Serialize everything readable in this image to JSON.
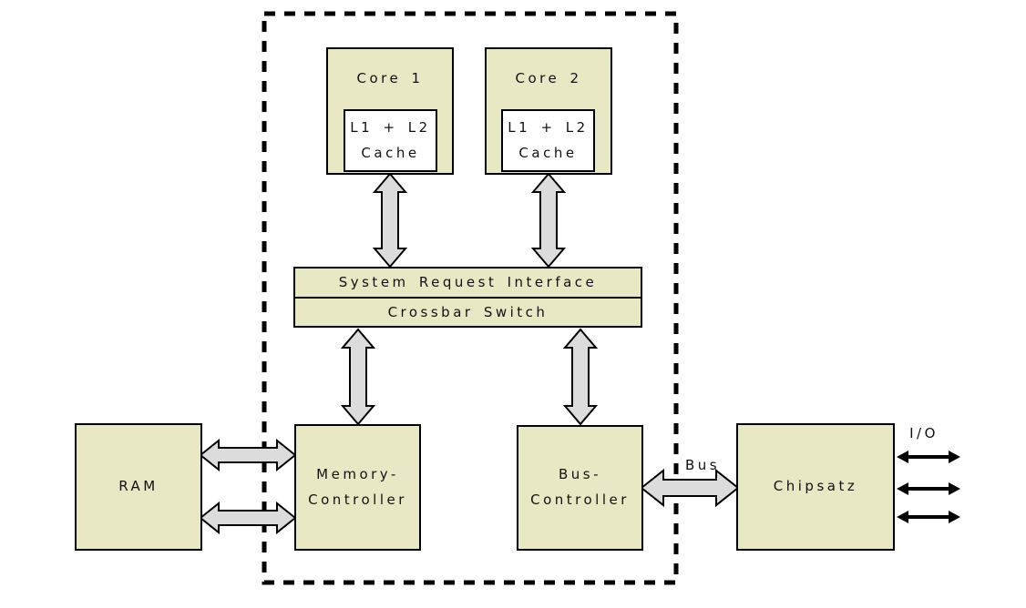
{
  "nodes": {
    "core1": "Core 1",
    "core2": "Core 2",
    "cache1": {
      "line1": "L1 + L2",
      "line2": "Cache"
    },
    "cache2": {
      "line1": "L1 + L2",
      "line2": "Cache"
    },
    "sri": "System Request Interface",
    "crossbar": "Crossbar Switch",
    "ram": "RAM",
    "memory_controller": {
      "line1": "Memory-",
      "line2": "Controller"
    },
    "bus_controller": {
      "line1": "Bus-",
      "line2": "Controller"
    },
    "chipset": "Chipsatz"
  },
  "labels": {
    "bus": "Bus",
    "io": "I/O"
  },
  "colors": {
    "box_fill": "#e8e8c4",
    "arrow_fill": "#dcdcdc",
    "border": "#000000",
    "background": "#ffffff"
  }
}
